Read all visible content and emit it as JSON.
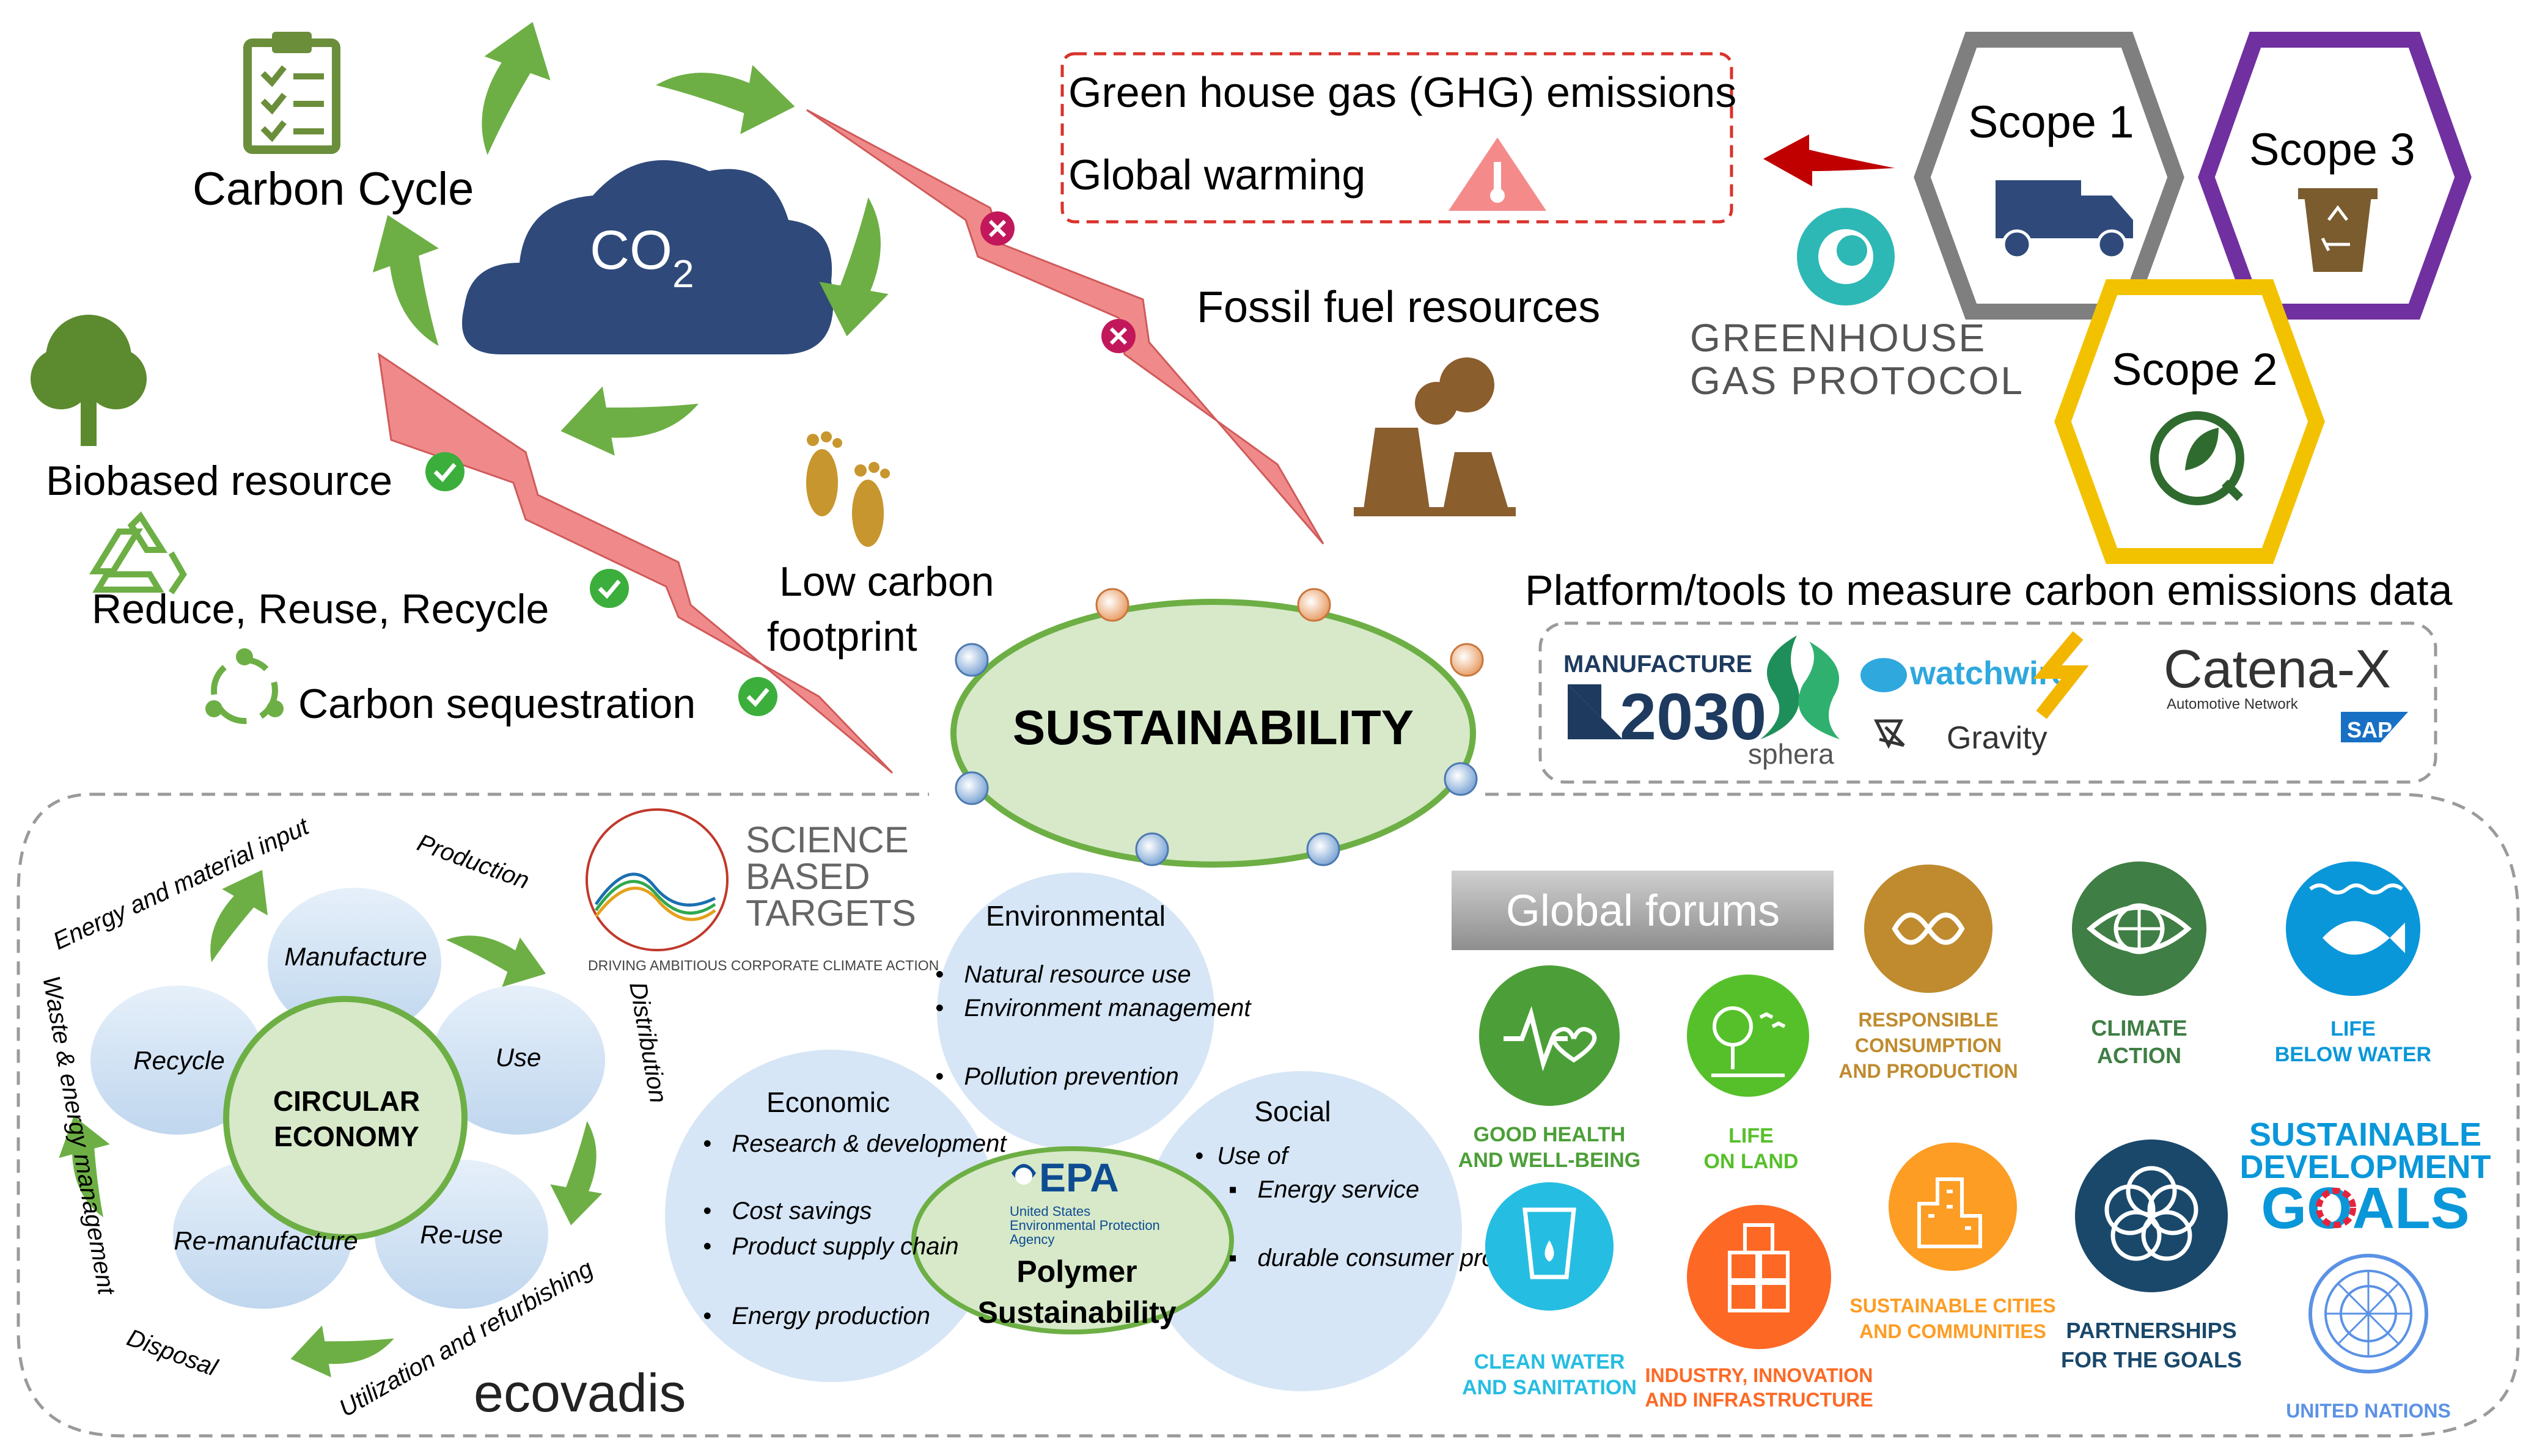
{
  "carbon_cycle": {
    "label": "Carbon Cycle",
    "co2_main": "CO",
    "co2_sub": "2"
  },
  "left_resources": {
    "biobased": "Biobased resource",
    "rrr": "Reduce, Reuse, Recycle",
    "sequestration": "Carbon sequestration"
  },
  "low_carbon": {
    "line1": "Low carbon",
    "line2": "footprint"
  },
  "fossil": {
    "label": "Fossil fuel resources"
  },
  "ghg_box": {
    "line1": "Green house gas (GHG) emissions",
    "line2": "Global warming"
  },
  "ghg_protocol": {
    "line1": "GREENHOUSE",
    "line2": "GAS PROTOCOL"
  },
  "scopes": {
    "scope1": "Scope 1",
    "scope2": "Scope 2",
    "scope3": "Scope 3"
  },
  "platforms": {
    "title": "Platform/tools to measure carbon emissions data",
    "manufacture_line1": "MANUFACTURE",
    "manufacture_line2": "2030",
    "sphera": "sphera",
    "watchwire": "watchwire",
    "gravity": "Gravity",
    "catenax": "Catena-X",
    "catenax_sub": "Automotive Network",
    "sap": "SAP"
  },
  "sustainability": {
    "label": "SUSTAINABILITY"
  },
  "sbt": {
    "line1": "SCIENCE",
    "line2": "BASED",
    "line3": "TARGETS",
    "tagline": "DRIVING AMBITIOUS CORPORATE CLIMATE ACTION"
  },
  "circular": {
    "center_line1": "CIRCULAR",
    "center_line2": "ECONOMY",
    "petals": {
      "manufacture": "Manufacture",
      "use": "Use",
      "reuse": "Re-use",
      "remanufacture": "Re-manufacture",
      "recycle": "Recycle"
    },
    "arrows": {
      "energy": "Energy and material input",
      "production": "Production",
      "distribution": "Distribution",
      "utilization": "Utilization and refurbishing",
      "disposal": "Disposal",
      "waste": "Waste & energy management"
    }
  },
  "venn": {
    "environmental": {
      "title": "Environmental",
      "items": [
        "Natural resource use",
        "Environment management",
        "Pollution prevention"
      ]
    },
    "economic": {
      "title": "Economic",
      "items": [
        "Research & development",
        "Cost savings",
        "Product supply chain",
        "Energy production"
      ]
    },
    "social": {
      "title": "Social",
      "lead": "Use of",
      "items": [
        "Energy service",
        "durable consumer product"
      ]
    },
    "center": {
      "epa": "EPA",
      "epa_sub1": "United States",
      "epa_sub2": "Environmental Protection",
      "epa_sub3": "Agency",
      "line1": "Polymer",
      "line2": "Sustainability"
    }
  },
  "ecovadis": {
    "label": "ecovadis"
  },
  "global_forums": {
    "title": "Global forums",
    "sdg": [
      {
        "line1": "GOOD HEALTH",
        "line2": "AND WELL-BEING",
        "color": "#4C9F38"
      },
      {
        "line1": "LIFE",
        "line2": "ON LAND",
        "color": "#56C02B"
      },
      {
        "line1": "RESPONSIBLE",
        "line2": "CONSUMPTION",
        "line3": "AND PRODUCTION",
        "color": "#BF8B2E"
      },
      {
        "line1": "CLIMATE",
        "line2": "ACTION",
        "color": "#3F7E44"
      },
      {
        "line1": "LIFE",
        "line2": "BELOW WATER",
        "color": "#0A97D9"
      },
      {
        "line1": "CLEAN WATER",
        "line2": "AND SANITATION",
        "color": "#26BDE2"
      },
      {
        "line1": "INDUSTRY, INNOVATION",
        "line2": "AND INFRASTRUCTURE",
        "color": "#FD6925"
      },
      {
        "line1": "SUSTAINABLE CITIES",
        "line2": "AND COMMUNITIES",
        "color": "#FD9D24"
      },
      {
        "line1": "PARTNERSHIPS",
        "line2": "FOR THE GOALS",
        "color": "#19486A"
      }
    ],
    "sdg_logo": {
      "line1": "SUSTAINABLE",
      "line2": "DEVELOPMENT",
      "line3": "GOALS"
    },
    "un": "UNITED NATIONS"
  },
  "colors": {
    "green_arrow": "#6DAF45",
    "cloud": "#2F4A7A",
    "bolt": "#F08A8A",
    "warning_red": "#D9322B",
    "scope1": "#7F7F7F",
    "scope2": "#F2C200",
    "scope3": "#7030A0",
    "ellipse_fill": "#D7E9C9",
    "petal_fill": "#CFE2F5"
  }
}
